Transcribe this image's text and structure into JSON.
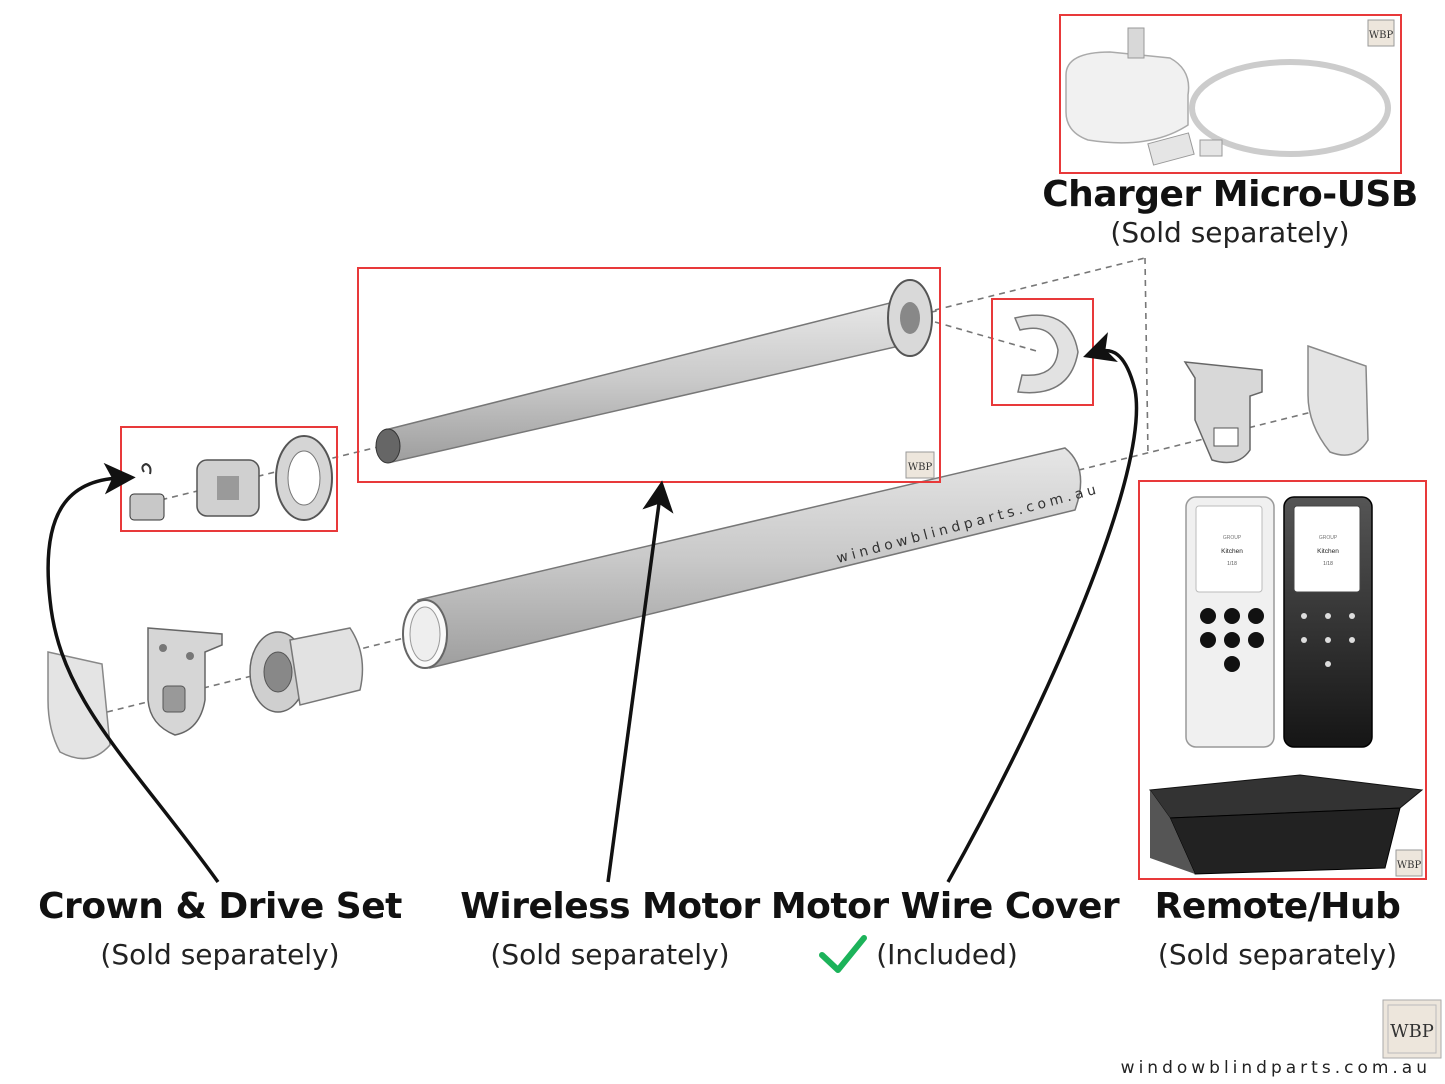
{
  "labels": {
    "charger": {
      "title": "Charger Micro-USB",
      "note": "(Sold separately)"
    },
    "crown": {
      "title": "Crown & Drive Set",
      "note": "(Sold separately)"
    },
    "motor": {
      "title": "Wireless Motor",
      "note": "(Sold separately)"
    },
    "cover": {
      "title": "Motor Wire Cover",
      "note": "(Included)"
    },
    "remote": {
      "title": "Remote/Hub",
      "note": "(Sold separately)"
    }
  },
  "remote_screen": {
    "group": "GROUP",
    "room": "Kitchen",
    "count": "1/18"
  },
  "watermark": "windowblindparts.com.au",
  "footer_site": "windowblindparts.com.au",
  "logo": "WBP",
  "colors": {
    "highlight_box": "#e8393a",
    "check": "#1cb35a",
    "arrow": "#111111"
  }
}
